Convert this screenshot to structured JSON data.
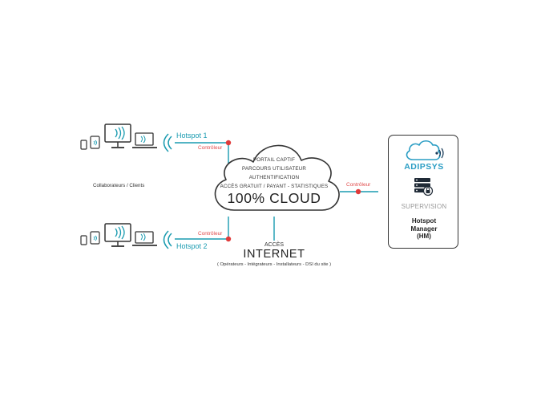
{
  "devices_top": {
    "hotspot_label": "Hotspot 1",
    "controller_label": "Contrôleur"
  },
  "devices_bottom": {
    "hotspot_label": "Hotspot 2",
    "controller_label": "Contrôleur"
  },
  "clients_label": "Collaborateurs / Clients",
  "cloud": {
    "lines": [
      "PORTAIL CAPTIF",
      "PARCOURS UTILISATEUR",
      "AUTHENTIFICATION",
      "ACCÈS GRATUIT / PAYANT - STATISTIQUES"
    ],
    "title": "100%  CLOUD"
  },
  "right_link": {
    "controller_label": "Contrôleur"
  },
  "internet": {
    "small": "ACCÈS",
    "big": "INTERNET",
    "sub": "( Opérateurs - Intégrateurs - Installateurs - DSI du site )"
  },
  "hotspot_manager": {
    "brand": "ADIPSYS",
    "supervision": "SUPERVISION",
    "title_lines": [
      "Hotspot",
      "Manager",
      "(HM)"
    ]
  },
  "colors": {
    "accent": "#1a9bb0",
    "controller": "#e03a3a",
    "brand": "#2a9dc4",
    "ink": "#2b2b2b"
  }
}
